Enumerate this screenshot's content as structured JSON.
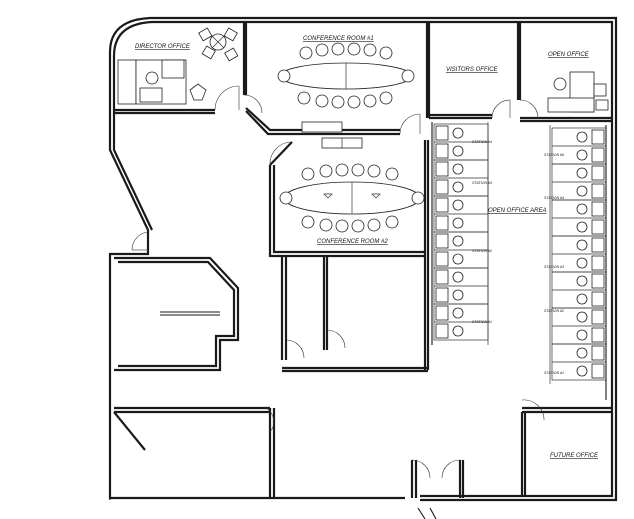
{
  "rooms": {
    "director_office": "DIRECTOR OFFICE",
    "conference_room_1": "CONFERENCE ROOM #1",
    "visitors_office": "VISITORS OFFICE",
    "open_office": "OPEN OFFICE",
    "open_office_area": "OPEN OFFICE AREA",
    "conference_room_2": "CONFERENCE ROOM #2",
    "future_office": "FUTURE OFFICE"
  },
  "stations": {
    "left": [
      "STATION #1",
      "STATION #2",
      "STATION #3",
      "STATION #4"
    ],
    "right": [
      "STATION #1",
      "STATION #2",
      "STATION #3",
      "STATION #4",
      "STATION #5"
    ]
  }
}
